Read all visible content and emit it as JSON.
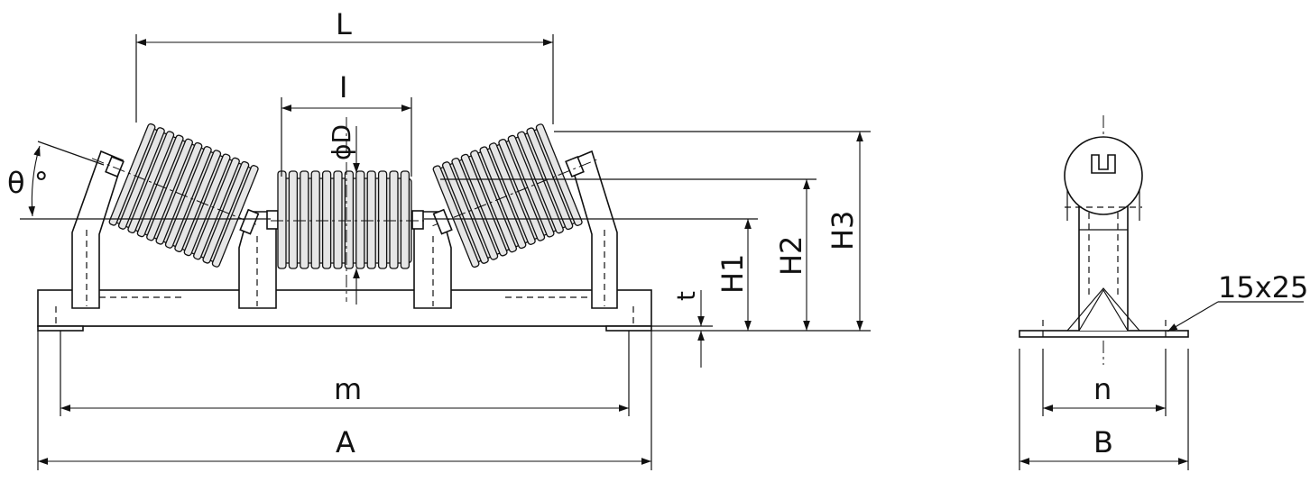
{
  "labels": {
    "L": "L",
    "I": "I",
    "phiD": "ϕD",
    "theta": "θ °",
    "H1": "H1",
    "H2": "H2",
    "H3": "H3",
    "t": "t",
    "m": "m",
    "A": "A",
    "n": "n",
    "B": "B",
    "slot": "15x25"
  },
  "colors": {
    "line": "#111111",
    "roller_fill": "#e6e6e6",
    "background": "#ffffff"
  }
}
